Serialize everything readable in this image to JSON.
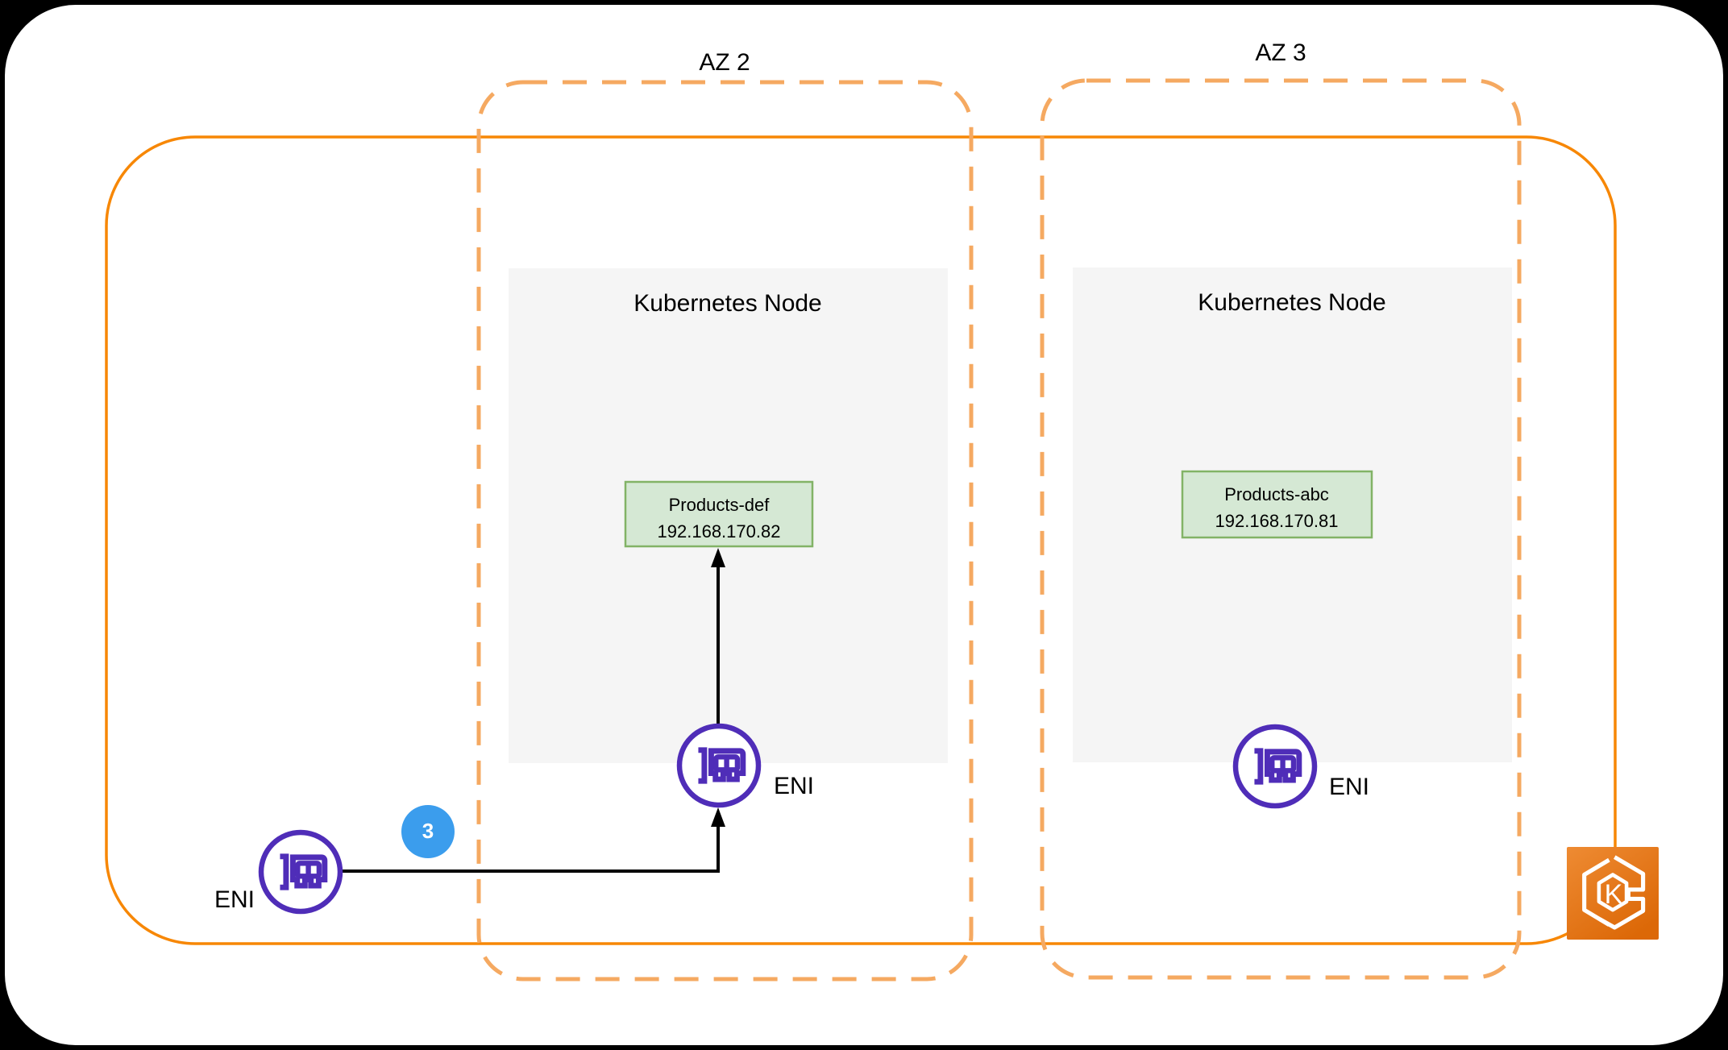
{
  "diagram": {
    "zones": [
      {
        "label": "AZ 2"
      },
      {
        "label": "AZ 3"
      }
    ],
    "nodes": [
      {
        "title": "Kubernetes Node",
        "pod": {
          "name": "Products-def",
          "ip": "192.168.170.82"
        },
        "eni_label": "ENI"
      },
      {
        "title": "Kubernetes Node",
        "pod": {
          "name": "Products-abc",
          "ip": "192.168.170.81"
        },
        "eni_label": "ENI"
      }
    ],
    "external_eni_label": "ENI",
    "step_badge": "3",
    "eks_icon_letter": "K"
  },
  "colors": {
    "background": "#000000",
    "canvas": "#ffffff",
    "cluster_border": "#F78705",
    "az_border": "#F5A961",
    "node_fill": "#F5F5F5",
    "pod_fill": "#D5E8D4",
    "pod_border": "#82B366",
    "eni_purple": "#4F2DB8",
    "badge_blue": "#3B9DED",
    "arrow": "#000000",
    "eks_gradient_start": "#EE8B33",
    "eks_gradient_end": "#DC6807"
  }
}
